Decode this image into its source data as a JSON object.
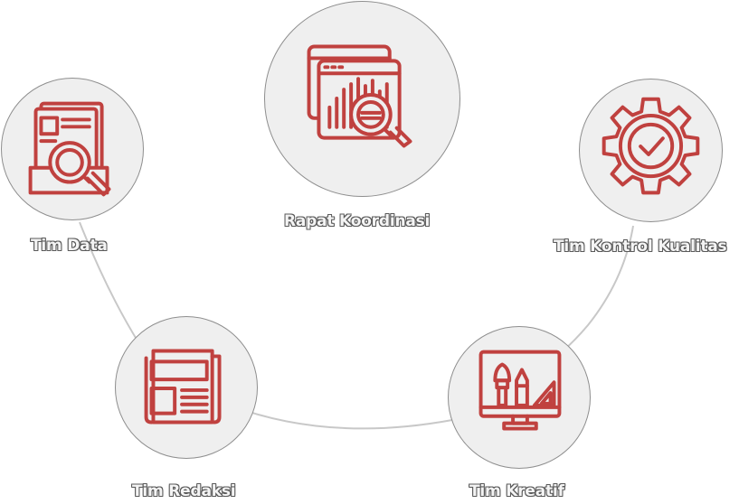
{
  "accent_color": "#c0413f",
  "nodes": {
    "rapat_koordinasi": {
      "label": "Rapat Koordinasi",
      "icon": "analytics-magnifier-icon"
    },
    "tim_data": {
      "label": "Tim Data",
      "icon": "document-search-icon"
    },
    "tim_kontrol_kualitas": {
      "label": "Tim Kontrol Kualitas",
      "icon": "gear-check-icon"
    },
    "tim_redaksi": {
      "label": "Tim Redaksi",
      "icon": "newspaper-icon"
    },
    "tim_kreatif": {
      "label": "Tim Kreatif",
      "icon": "design-monitor-icon"
    }
  }
}
